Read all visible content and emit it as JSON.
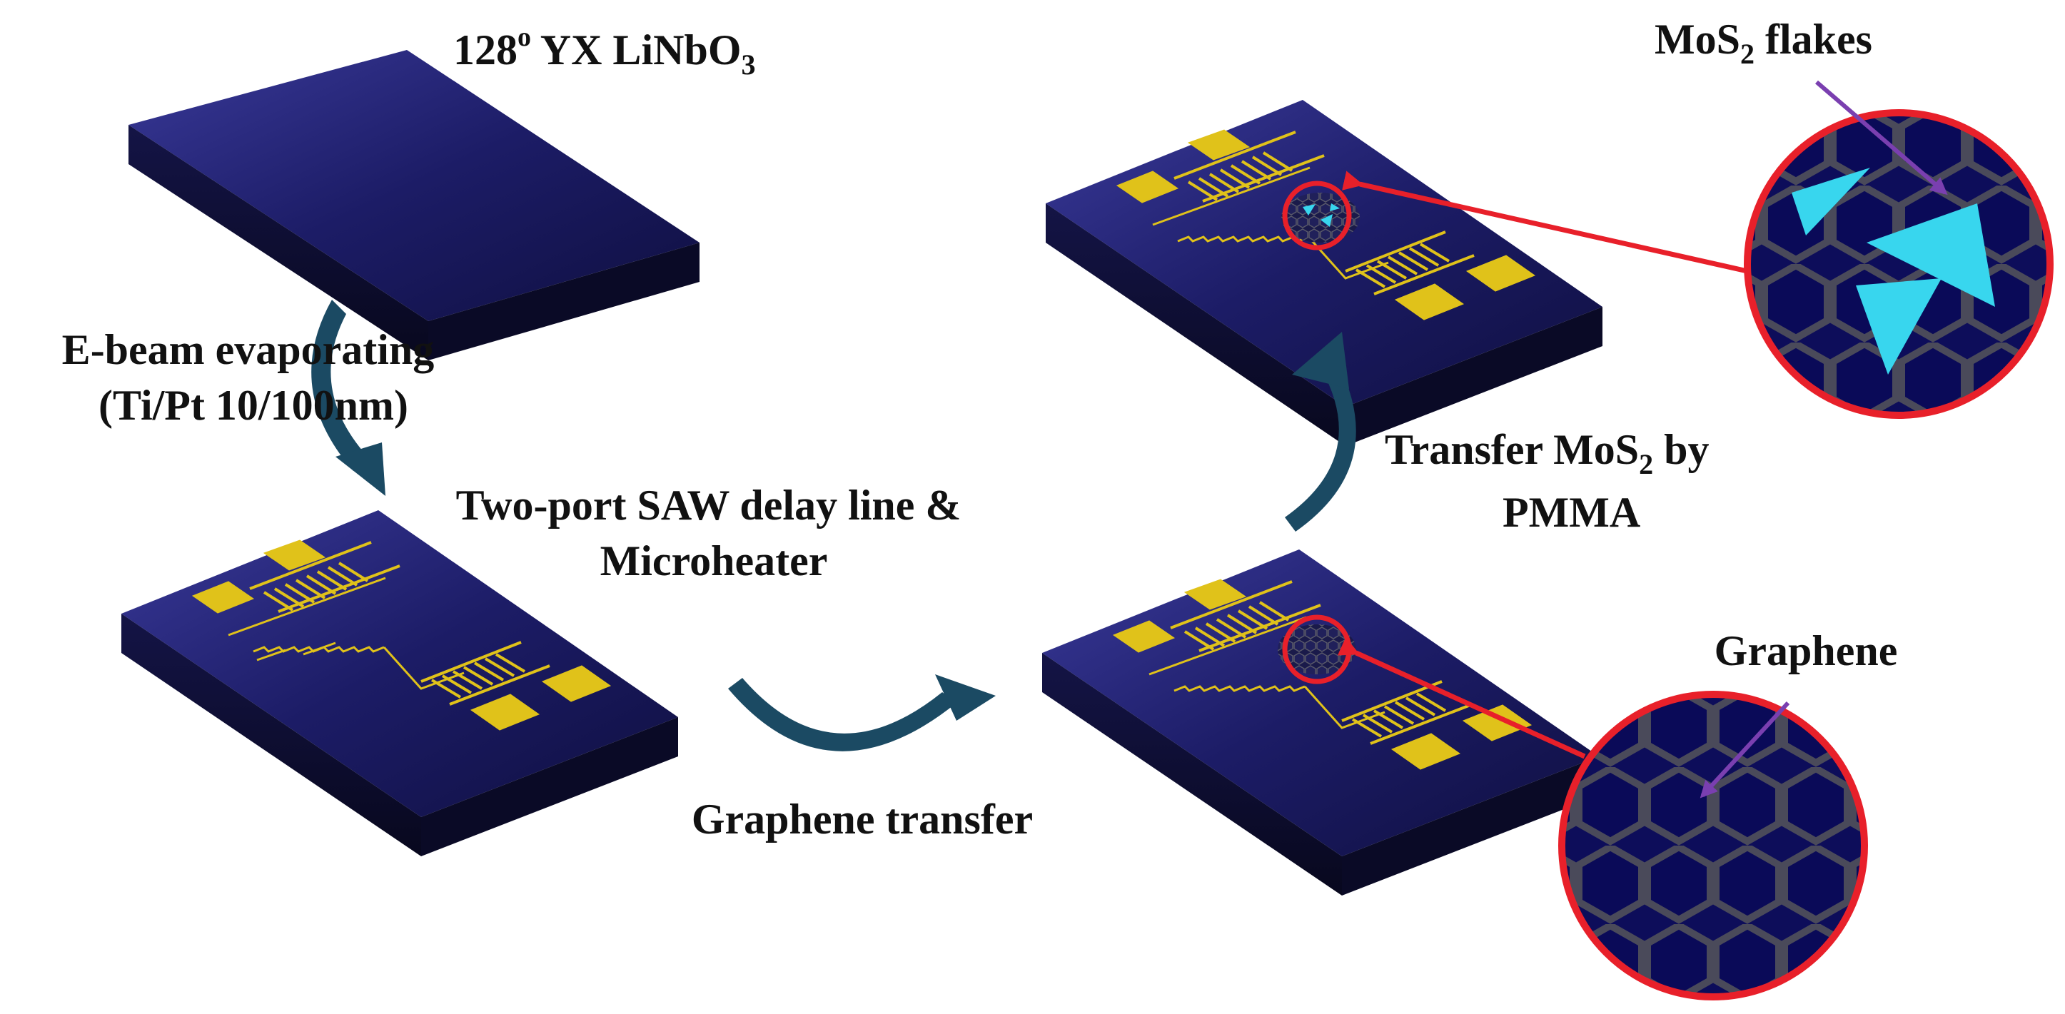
{
  "labels": {
    "substrate": {
      "main": "128",
      "sup": "o",
      "rest": " YX LiNbO",
      "sub": "3"
    },
    "ebeam": {
      "line1": "E-beam evaporating",
      "line2": "(Ti/Pt 10/100nm)"
    },
    "saw": {
      "line1": "Two-port SAW delay line &",
      "line2": "Microheater"
    },
    "graphene_transfer": "Graphene transfer",
    "mos2_transfer": {
      "pre": "Transfer MoS",
      "sub": "2",
      "post": " by",
      "line2": "PMMA"
    },
    "mos2_flakes": {
      "pre": "MoS",
      "sub": "2",
      "post": " flakes"
    },
    "graphene": "Graphene"
  },
  "colors": {
    "substrate_top": "#1a1a5e",
    "substrate_side": "#0c0c2e",
    "electrode": "#e0c21a",
    "highlight": "#e8202a",
    "pointer": "#7a3fb0",
    "flake": "#38d6ee",
    "process_arrow": "#1b4a63",
    "lattice": "#4a4a5a"
  },
  "icons": [
    "curved-arrow-icon",
    "pointer-arrow-icon",
    "hexagon-lattice-icon",
    "triangle-flake-icon"
  ]
}
